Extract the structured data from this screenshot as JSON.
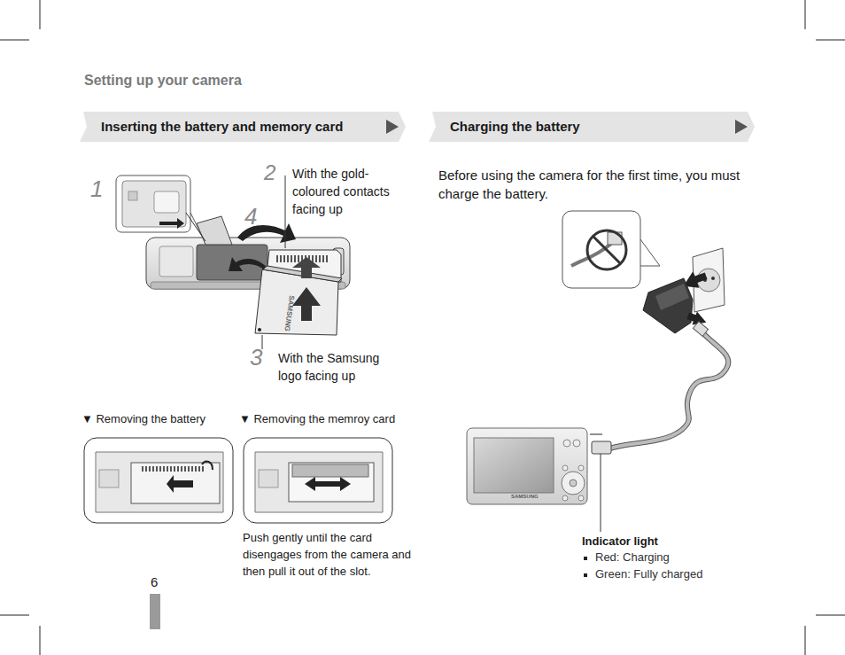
{
  "diagram": {
    "title": "Setting up your camera",
    "nodes": [
      {
        "text": [
          "Inserting the battery and memory card"
        ]
      },
      {
        "text": [
          "Charging the battery"
        ]
      }
    ],
    "labels": [
      "1",
      "2",
      "With the gold- coloured contacts facing up",
      "4",
      "SAMSUNG",
      "3",
      "With the Samsung logo facing up",
      "▼ Removing the battery",
      "▼ Removing the memroy card",
      "Push gently until the card disengages from the camera and then pull it out of the slot.",
      "6",
      "Before using the camera for the first time, you must charge the battery.",
      "SAMSUNG",
      "Indicator light",
      "Red: Charging",
      "Green: Fully charged"
    ]
  }
}
